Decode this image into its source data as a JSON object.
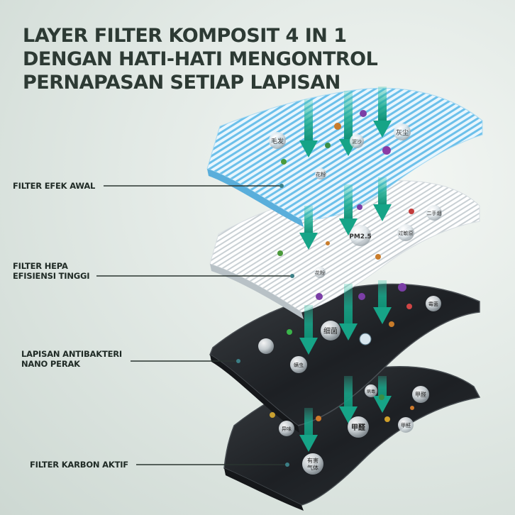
{
  "title": {
    "line1": "LAYER FILTER KOMPOSIT 4 IN 1",
    "line2": "DENGAN HATI-HATI MENGONTROL",
    "line3": "PERNAPASAN SETIAP LAPISAN"
  },
  "layers": [
    {
      "label": "FILTER EFEK AWAL"
    },
    {
      "label_line1": "FILTER HEPA",
      "label_line2": "EFISIENSI TINGGI"
    },
    {
      "label_line1": "LAPISAN ANTIBAKTERI",
      "label_line2": "NANO PERAK"
    },
    {
      "label": "FILTER KARBON AKTIF"
    }
  ],
  "particles": {
    "hair": "毛发",
    "dust": "灰尘",
    "mud": "泥沙",
    "pollen": "花粉",
    "pollen2": "花粉",
    "pm25": "PM2.5",
    "smoke": "二手烟",
    "allergen": "过敏原",
    "bacteria": "细菌",
    "mold": "霉菌",
    "mite": "螨虫",
    "virus": "病毒",
    "odor": "异味",
    "formaldehyde": "甲醛",
    "formaldehyde2": "甲醛",
    "formaldehyde3": "甲醛",
    "harmful_gas_1": "有害",
    "harmful_gas_2": "气体"
  },
  "colors": {
    "title": "#2d3a34",
    "arrow": "#1fae93",
    "pre_filter": "#7cc9ee",
    "hepa": "#f4f6f7",
    "black_layer": "#23262a"
  }
}
